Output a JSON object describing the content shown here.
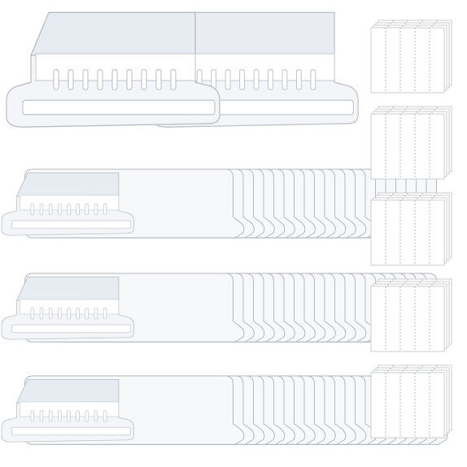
{
  "product_photo": {
    "subject": "clear-hanging-file-folder-tabs-with-blank-inserts",
    "colors": {
      "background": "#ffffff",
      "tab_outline": "#b8bcc2",
      "tab_fill": "#f3f5f8",
      "tab_face": "#e6ebf1",
      "insert_fill": "#ffffff",
      "insert_outline": "#c9cccf",
      "perforation": "#b5b8bc"
    },
    "groups": [
      {
        "label": "",
        "kind": "pair-of-tabs-close-up",
        "visible_tabs": 2
      },
      {
        "label": "",
        "kind": "stack-of-tabs",
        "visible_tabs": 22
      },
      {
        "label": "",
        "kind": "stack-of-tabs",
        "visible_tabs": 22
      },
      {
        "label": "",
        "kind": "stack-of-tabs",
        "visible_tabs": 22
      },
      {
        "label": "",
        "kind": "stack-of-inserts",
        "visible_sheets": 4,
        "slots_per_sheet": 5
      },
      {
        "label": "",
        "kind": "stack-of-inserts",
        "visible_sheets": 4,
        "slots_per_sheet": 5
      },
      {
        "label": "",
        "kind": "stack-of-inserts",
        "visible_sheets": 4,
        "slots_per_sheet": 5
      },
      {
        "label": "",
        "kind": "stack-of-inserts",
        "visible_sheets": 4,
        "slots_per_sheet": 5
      },
      {
        "label": "",
        "kind": "stack-of-inserts",
        "visible_sheets": 4,
        "slots_per_sheet": 5
      }
    ]
  }
}
